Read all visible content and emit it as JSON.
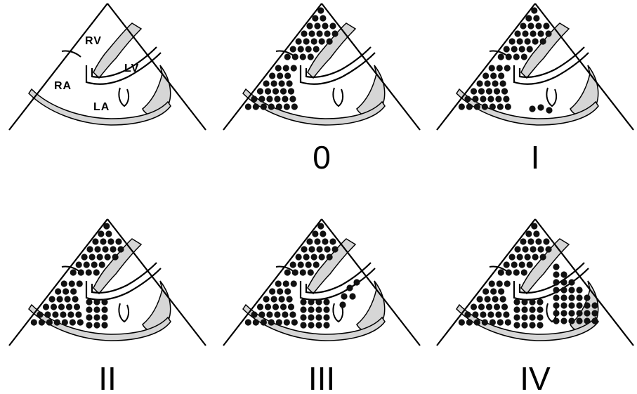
{
  "figure": {
    "chamber_labels": {
      "rv": "RV",
      "lv": "LV",
      "ra": "RA",
      "la": "LA"
    },
    "colors": {
      "line": "#000000",
      "dot": "#111111",
      "wall_fill": "#d6d6d6",
      "background": "#ffffff"
    },
    "panels": [
      {
        "id": "reference",
        "label": "",
        "show_chamber_labels": true,
        "contrast": {
          "rv": false,
          "ra": false,
          "la": "none",
          "lv": "none"
        }
      },
      {
        "id": "grade-0",
        "label": "0",
        "show_chamber_labels": false,
        "contrast": {
          "rv": true,
          "ra": true,
          "la": "none",
          "lv": "none"
        }
      },
      {
        "id": "grade-1",
        "label": "I",
        "show_chamber_labels": false,
        "contrast": {
          "rv": true,
          "ra": true,
          "la": "few",
          "lv": "none"
        }
      },
      {
        "id": "grade-2",
        "label": "II",
        "show_chamber_labels": false,
        "contrast": {
          "rv": true,
          "ra": true,
          "la": "partial",
          "lv": "none"
        }
      },
      {
        "id": "grade-3",
        "label": "III",
        "show_chamber_labels": false,
        "contrast": {
          "rv": true,
          "ra": true,
          "la": "full",
          "lv": "few"
        }
      },
      {
        "id": "grade-4",
        "label": "IV",
        "show_chamber_labels": false,
        "contrast": {
          "rv": true,
          "ra": true,
          "la": "full",
          "lv": "full"
        }
      }
    ]
  }
}
